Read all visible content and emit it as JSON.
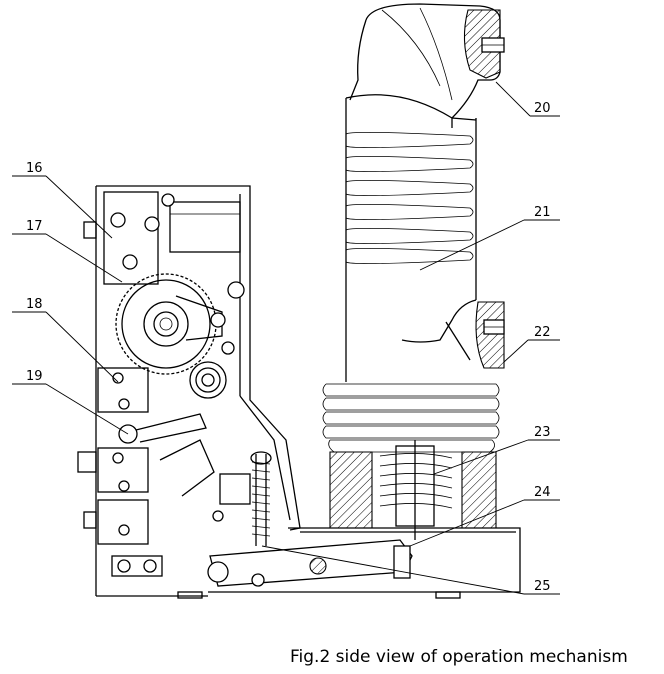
{
  "caption": "Fig.2 side view of operation mechanism",
  "callouts": [
    {
      "id": "16",
      "text": "16"
    },
    {
      "id": "17",
      "text": "17"
    },
    {
      "id": "18",
      "text": "18"
    },
    {
      "id": "19",
      "text": "19"
    },
    {
      "id": "20",
      "text": "20"
    },
    {
      "id": "21",
      "text": "21"
    },
    {
      "id": "22",
      "text": "22"
    },
    {
      "id": "23",
      "text": "23"
    },
    {
      "id": "24",
      "text": "24"
    },
    {
      "id": "25",
      "text": "25"
    }
  ]
}
